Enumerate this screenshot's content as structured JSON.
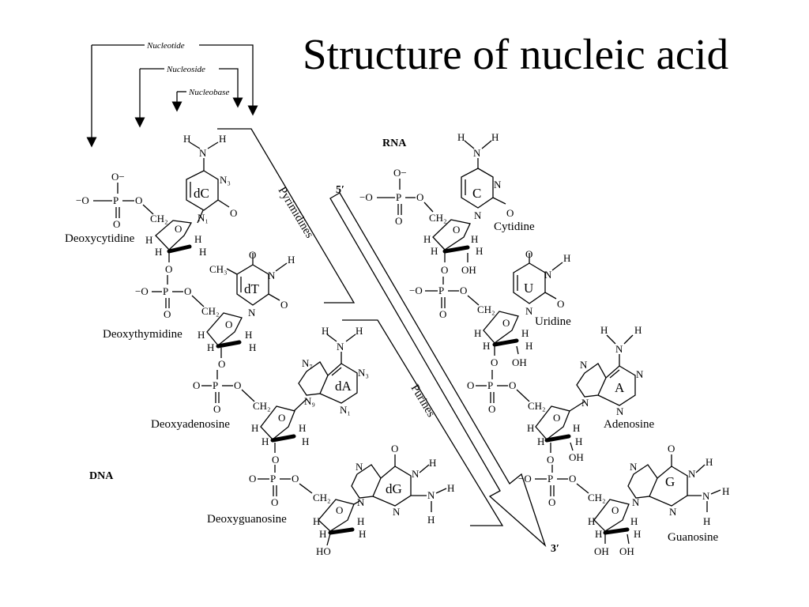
{
  "title": "Structure of nucleic acid",
  "hierarchy": {
    "nucleotide": "Nucleotide",
    "nucleoside": "Nucleoside",
    "nucleobase": "Nucleobase"
  },
  "brackets": {
    "pyrimidines": "Pyrimidines",
    "purines": "Purines"
  },
  "strands": {
    "dna": "DNA",
    "rna": "RNA",
    "five_prime": "5′",
    "three_prime": "3′"
  },
  "dna_nucleosides": [
    {
      "name": "Deoxycytidine",
      "code": "dC"
    },
    {
      "name": "Deoxythymidine",
      "code": "dT"
    },
    {
      "name": "Deoxyadenosine",
      "code": "dA"
    },
    {
      "name": "Deoxyguanosine",
      "code": "dG"
    }
  ],
  "rna_nucleosides": [
    {
      "name": "Cytidine",
      "code": "C"
    },
    {
      "name": "Uridine",
      "code": "U"
    },
    {
      "name": "Adenosine",
      "code": "A"
    },
    {
      "name": "Guanosine",
      "code": "G"
    }
  ],
  "atoms": {
    "h": "H",
    "n": "N",
    "o": "O",
    "p": "P",
    "oh": "OH",
    "ho": "HO",
    "o_minus": "O−",
    "minus_o": "−O",
    "ch2": "CH₂",
    "ch3": "CH₃",
    "n1": "N₁",
    "n3": "N₃",
    "n7": "N₇",
    "n9": "N₉"
  }
}
